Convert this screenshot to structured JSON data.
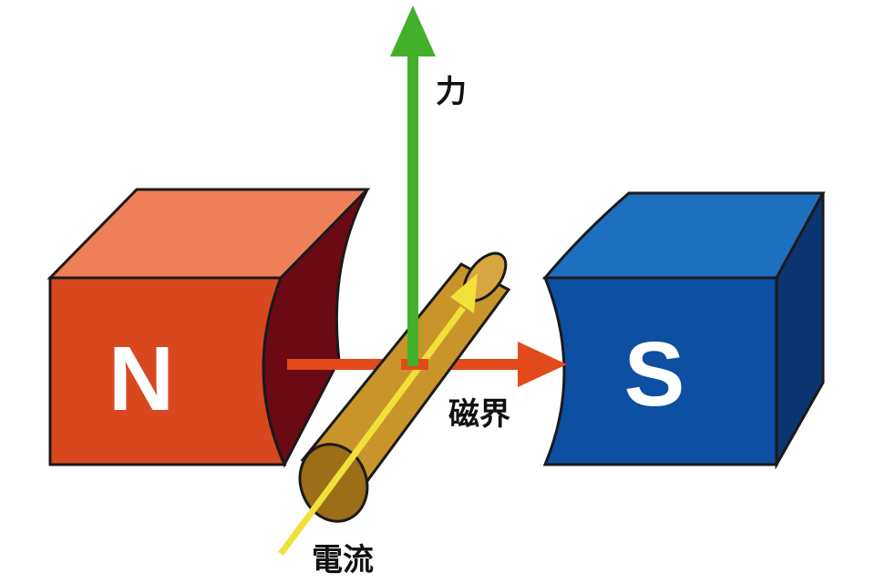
{
  "magnets": {
    "north": {
      "letter": "N",
      "face_color": "#d9471f",
      "top_color": "#ef7f58",
      "inner_color": "#6b0a14"
    },
    "south": {
      "letter": "S",
      "face_color": "#0d4fa3",
      "top_color": "#1d6fbf",
      "side_color": "#0a3570"
    }
  },
  "labels": {
    "force": "力",
    "magnetic_field": "磁界",
    "current": "電流"
  },
  "colors": {
    "force_arrow": "#43b02a",
    "field_arrow": "#e24a1c",
    "current_arrow": "#f2e03a",
    "conductor": "#c9952a",
    "conductor_dark": "#9c6e18"
  }
}
